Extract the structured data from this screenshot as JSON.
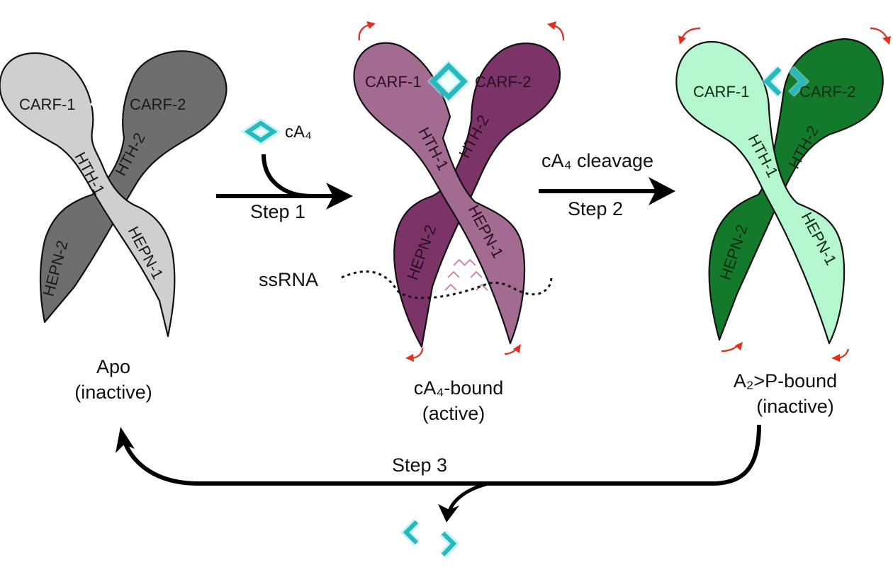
{
  "figure": {
    "states": [
      {
        "id": "apo",
        "name": "Apo",
        "activity": "(inactive)",
        "colors": {
          "subunit1": "#cfcfcf",
          "subunit2": "#6e6e6e",
          "text": "#1a1a1a"
        },
        "domains": {
          "carf1": "CARF-1",
          "carf2": "CARF-2",
          "hth1": "HTH-1",
          "hth2": "HTH-2",
          "hepn1": "HEPN-1",
          "hepn2": "HEPN-2"
        }
      },
      {
        "id": "ca4-bound",
        "name": "cA₄-bound",
        "activity": "(active)",
        "colors": {
          "subunit1": "#a36a92",
          "subunit2": "#7b3368",
          "text": "#2a0f22"
        },
        "domains": {
          "carf1": "CARF-1",
          "carf2": "CARF-2",
          "hth1": "HTH-1",
          "hth2": "HTH-2",
          "hepn1": "HEPN-1",
          "hepn2": "HEPN-2"
        }
      },
      {
        "id": "a2p-bound",
        "name": "A₂>P-bound",
        "activity": "(inactive)",
        "colors": {
          "subunit1": "#b4f7cf",
          "subunit2": "#137a2c",
          "text": "#0d2a14"
        },
        "domains": {
          "carf1": "CARF-1",
          "carf2": "CARF-2",
          "hth1": "HTH-1",
          "hth2": "HTH-2",
          "hepn1": "HEPN-1",
          "hepn2": "HEPN-2"
        }
      }
    ],
    "steps": {
      "step1": {
        "label": "Step 1",
        "ligand": "cA₄"
      },
      "step2": {
        "label": "Step 2",
        "annotation": "cA₄ cleavage"
      },
      "step3": {
        "label": "Step 3"
      }
    },
    "ssrna_label": "ssRNA",
    "colors": {
      "ligand": "#27b9be",
      "conformational_arrow": "#e0301e",
      "arrow": "#000000",
      "rna_cut_marks": "#c98aa8"
    }
  }
}
